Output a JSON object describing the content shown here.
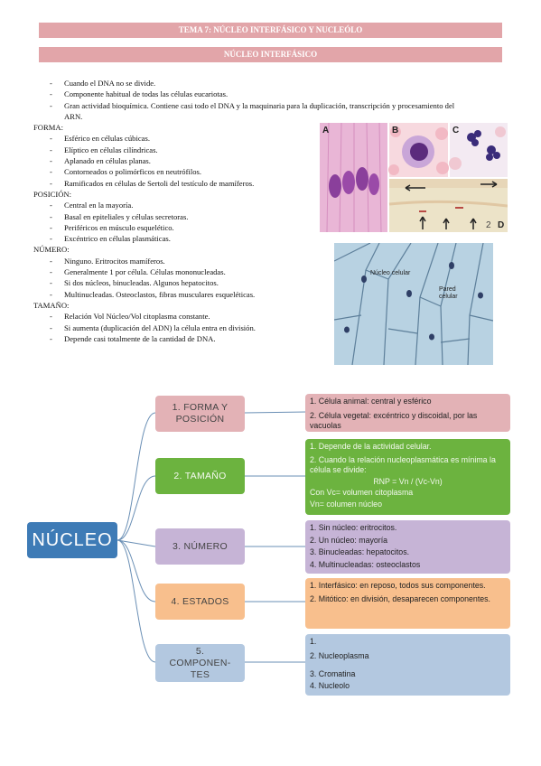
{
  "header": {
    "title": "TEMA 7: NÚCLEO INTERFÁSICO Y NUCLEÓLO",
    "subtitle": "NÚCLEO INTERFÁSICO"
  },
  "intro": [
    "Cuando el DNA no se divide.",
    "Componente habitual de todas las células eucariotas.",
    "Gran actividad bioquímica. Contiene casi todo el DNA y la maquinaria para la duplicación, transcripción y procesamiento del ARN."
  ],
  "forma": {
    "heading": "FORMA:",
    "items": [
      "Esférico en células cúbicas.",
      "Elíptico en células cilíndricas.",
      "Aplanado en células planas.",
      "Contorneados o polimórficos en neutrófilos.",
      "Ramificados en células de Sertoli del testículo de mamíferos."
    ]
  },
  "posicion": {
    "heading": "POSICIÓN:",
    "items": [
      "Central en la mayoría.",
      "Basal en epiteliales y células secretoras.",
      "Periféricos en músculo esquelético.",
      "Excéntrico en células plasmáticas."
    ]
  },
  "numero": {
    "heading": "NÚMERO:",
    "items": [
      "Ninguno. Eritrocitos mamíferos.",
      "Generalmente 1 por célula. Células mononucleadas.",
      "Si dos núcleos, binucleadas. Algunos hepatocitos.",
      "Multinucleadas. Osteoclastos, fibras musculares esqueléticas."
    ]
  },
  "tamano": {
    "heading": "TAMAÑO:",
    "items": [
      "Relación Vol Núcleo/Vol citoplasma constante.",
      "Si aumenta (duplicación del ADN) la célula entra en división.",
      "Depende casi totalmente de la cantidad de DNA."
    ]
  },
  "micrograph": {
    "panel_a": "A",
    "panel_b": "B",
    "panel_c": "C",
    "panel_d": "D",
    "scale_num": "2"
  },
  "onion": {
    "label_nucleus": "Núcleo celular",
    "label_wall_1": "Pared",
    "label_wall_2": "celular"
  },
  "mindmap": {
    "root": "NÚCLEO",
    "branches": [
      {
        "label": "1. FORMA Y POSICIÓN",
        "lines": [
          "1. Célula animal: central y esférico",
          "2. Célula vegetal: excéntrico y discoidal, por las vacuolas"
        ]
      },
      {
        "label": "2. TAMAÑO",
        "lines": [
          "1. Depende de la actividad celular.",
          "2. Cuando la relación nucleoplasmática es mínima la célula se divide:",
          "RNP = Vn / (Vc-Vn)",
          "Con Vc= volumen citoplasma",
          "Vn= columen núcleo"
        ]
      },
      {
        "label": "3. NÚMERO",
        "lines": [
          "1. Sin núcleo: eritrocitos.",
          "2. Un núcleo: mayoría",
          "3. Binucleadas: hepatocitos.",
          "4. Multinucleadas: osteoclastos"
        ]
      },
      {
        "label": "4. ESTADOS",
        "lines": [
          "1. Interfásico: en reposo, todos sus componentes.",
          "2. Mitótico: en división, desaparecen componentes."
        ]
      },
      {
        "label": "5. COMPONEN-TES",
        "lines": [
          "1.",
          "2. Nucleoplasma",
          "3. Cromatina",
          "4. Nucleolo"
        ]
      }
    ],
    "colors": {
      "root": "#3e7bb6",
      "forma": "#e3b2b6",
      "tamano": "#6cb33f",
      "numero": "#c6b4d6",
      "estados": "#f8bf8d",
      "componentes": "#b3c8e0",
      "connector": "#6a8fb5"
    }
  }
}
